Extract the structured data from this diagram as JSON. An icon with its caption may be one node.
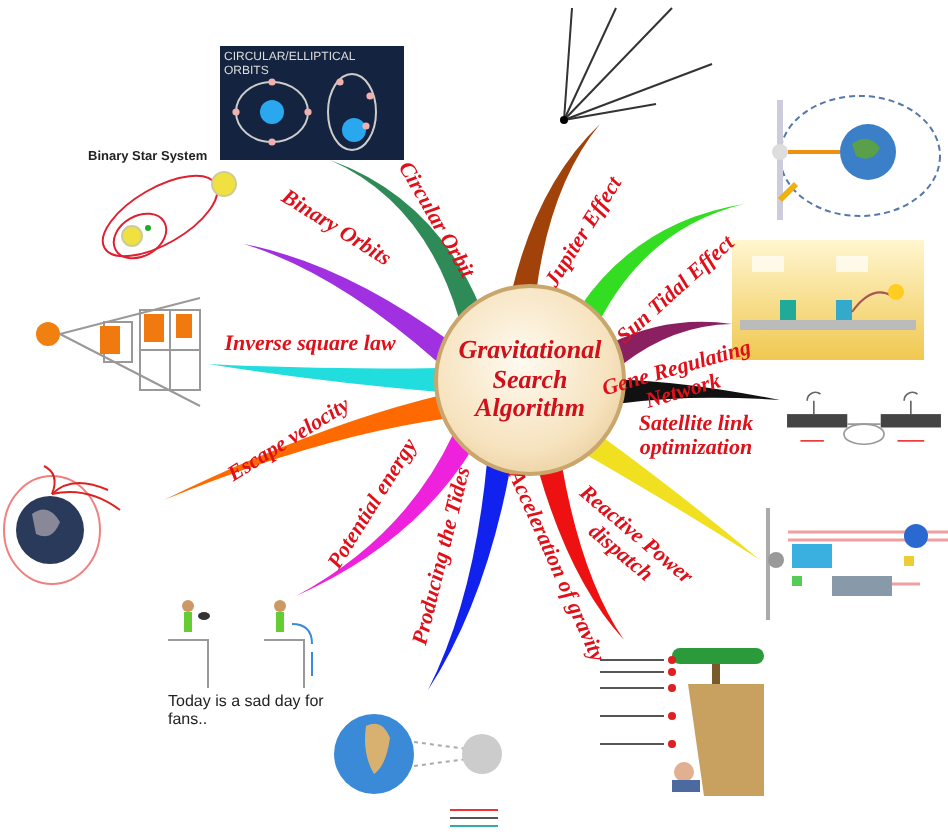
{
  "diagram": {
    "nodes": [
      {
        "text": [
          "Gravitational Search Algorithm"
        ]
      },
      {
        "text": [],
        "shape": "picture"
      },
      {
        "text": [],
        "shape": "picture"
      },
      {
        "text": [],
        "shape": "picture"
      },
      {
        "text": [],
        "shape": "picture"
      },
      {
        "text": [],
        "shape": "picture"
      },
      {
        "text": [],
        "shape": "picture"
      },
      {
        "text": [],
        "shape": "picture"
      },
      {
        "text": [],
        "shape": "picture"
      },
      {
        "text": [],
        "shape": "picture"
      },
      {
        "text": [],
        "shape": "picture"
      },
      {
        "text": [],
        "shape": "picture"
      },
      {
        "text": [],
        "shape": "picture"
      }
    ],
    "edges": [
      {
        "from": 0,
        "to": 1,
        "arrow": "none",
        "label": "Circular Orbit",
        "color": "#2e8b57"
      },
      {
        "from": 0,
        "to": 2,
        "arrow": "none",
        "label": "Jupiter Effect",
        "color": "#a0420a"
      },
      {
        "from": 0,
        "to": 3,
        "arrow": "none",
        "label": "Sun Tidal Effect",
        "color": "#33dd22"
      },
      {
        "from": 0,
        "to": 4,
        "arrow": "none",
        "label": "Gene Regulating Network",
        "color": "#8b2060"
      },
      {
        "from": 0,
        "to": 5,
        "arrow": "none",
        "label": "Satellite link optimization",
        "color": "#111111"
      },
      {
        "from": 0,
        "to": 6,
        "arrow": "none",
        "label": "Reactive Power dispatch",
        "color": "#f0e020"
      },
      {
        "from": 0,
        "to": 7,
        "arrow": "none",
        "label": "Acceleration of gravity",
        "color": "#ee1111"
      },
      {
        "from": 0,
        "to": 8,
        "arrow": "none",
        "label": "Producing the Tides",
        "color": "#1122ee"
      },
      {
        "from": 0,
        "to": 9,
        "arrow": "none",
        "label": "Potential energy",
        "color": "#ee22dd"
      },
      {
        "from": 0,
        "to": 10,
        "arrow": "none",
        "label": "Escape velocity",
        "color": "#ff6a00"
      },
      {
        "from": 0,
        "to": 11,
        "arrow": "none",
        "label": "Inverse square law",
        "color": "#22dddd"
      },
      {
        "from": 0,
        "to": 12,
        "arrow": "none",
        "label": "Binary Orbits",
        "color": "#a030e0"
      }
    ],
    "labels": [
      "CIRCULAR/ELLIPTICAL ORBITS",
      "Binary Star System",
      "Today is a sad day for fans.."
    ]
  }
}
